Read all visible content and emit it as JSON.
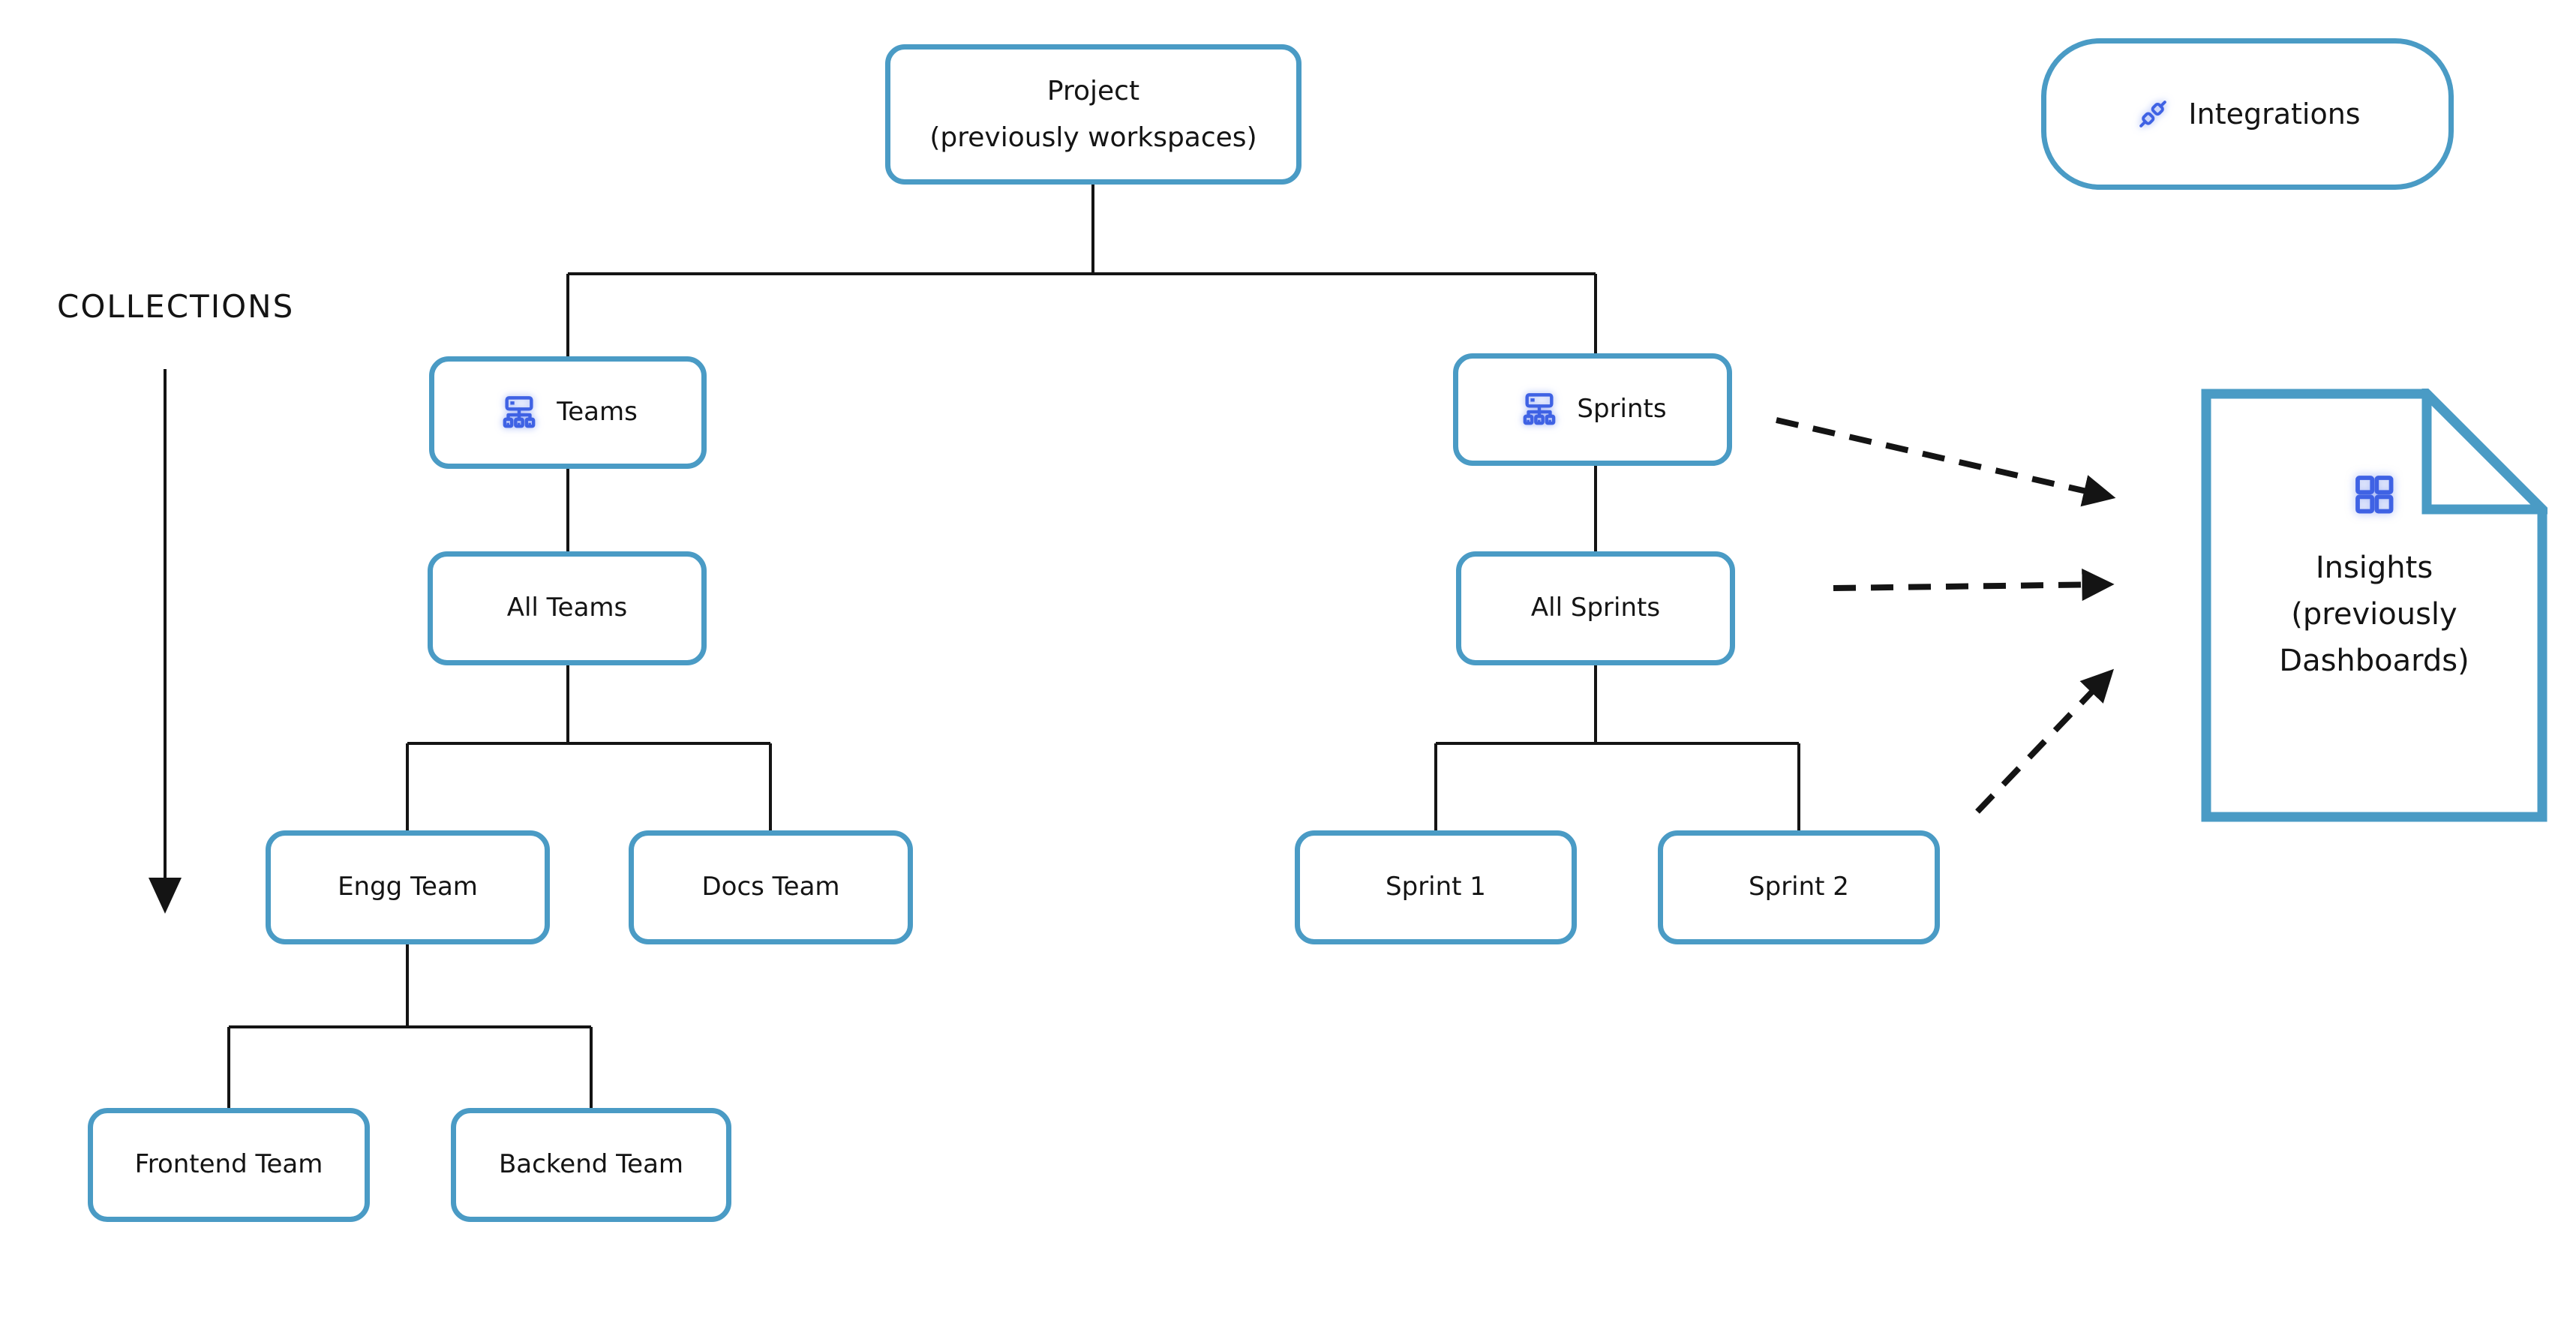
{
  "palette": {
    "accent": "#4a9bc5",
    "icon_blue": "#3f62e4",
    "connector": "#141414",
    "text": "#141414",
    "background": "#ffffff"
  },
  "diagram": {
    "collections_label": "COLLECTIONS",
    "nodes": {
      "project": {
        "label": "Project\n(previously workspaces)"
      },
      "integrations": {
        "label": "Integrations",
        "icon": "plug-icon"
      },
      "teams": {
        "label": "Teams",
        "icon": "org-chart-icon"
      },
      "sprints": {
        "label": "Sprints",
        "icon": "org-chart-icon"
      },
      "all_teams": {
        "label": "All Teams"
      },
      "all_sprints": {
        "label": "All Sprints"
      },
      "engg_team": {
        "label": "Engg Team"
      },
      "docs_team": {
        "label": "Docs Team"
      },
      "sprint_1": {
        "label": "Sprint 1"
      },
      "sprint_2": {
        "label": "Sprint 2"
      },
      "frontend_team": {
        "label": "Frontend Team"
      },
      "backend_team": {
        "label": "Backend Team"
      },
      "insights": {
        "label": "Insights\n(previously\nDashboards)",
        "icon": "grid-icon"
      }
    },
    "edges": [
      {
        "from": "project",
        "to": "teams",
        "style": "solid"
      },
      {
        "from": "project",
        "to": "sprints",
        "style": "solid"
      },
      {
        "from": "teams",
        "to": "all_teams",
        "style": "solid"
      },
      {
        "from": "all_teams",
        "to": "engg_team",
        "style": "solid"
      },
      {
        "from": "all_teams",
        "to": "docs_team",
        "style": "solid"
      },
      {
        "from": "engg_team",
        "to": "frontend_team",
        "style": "solid"
      },
      {
        "from": "engg_team",
        "to": "backend_team",
        "style": "solid"
      },
      {
        "from": "sprints",
        "to": "all_sprints",
        "style": "solid"
      },
      {
        "from": "all_sprints",
        "to": "sprint_1",
        "style": "solid"
      },
      {
        "from": "all_sprints",
        "to": "sprint_2",
        "style": "solid"
      },
      {
        "from": "sprints",
        "to": "insights",
        "style": "dashed-arrow"
      },
      {
        "from": "all_sprints",
        "to": "insights",
        "style": "dashed-arrow"
      },
      {
        "from": "sprint_2",
        "to": "insights",
        "style": "dashed-arrow"
      },
      {
        "from": "collections_label",
        "to": "frontend_team_level",
        "style": "solid-arrow-down"
      }
    ]
  }
}
